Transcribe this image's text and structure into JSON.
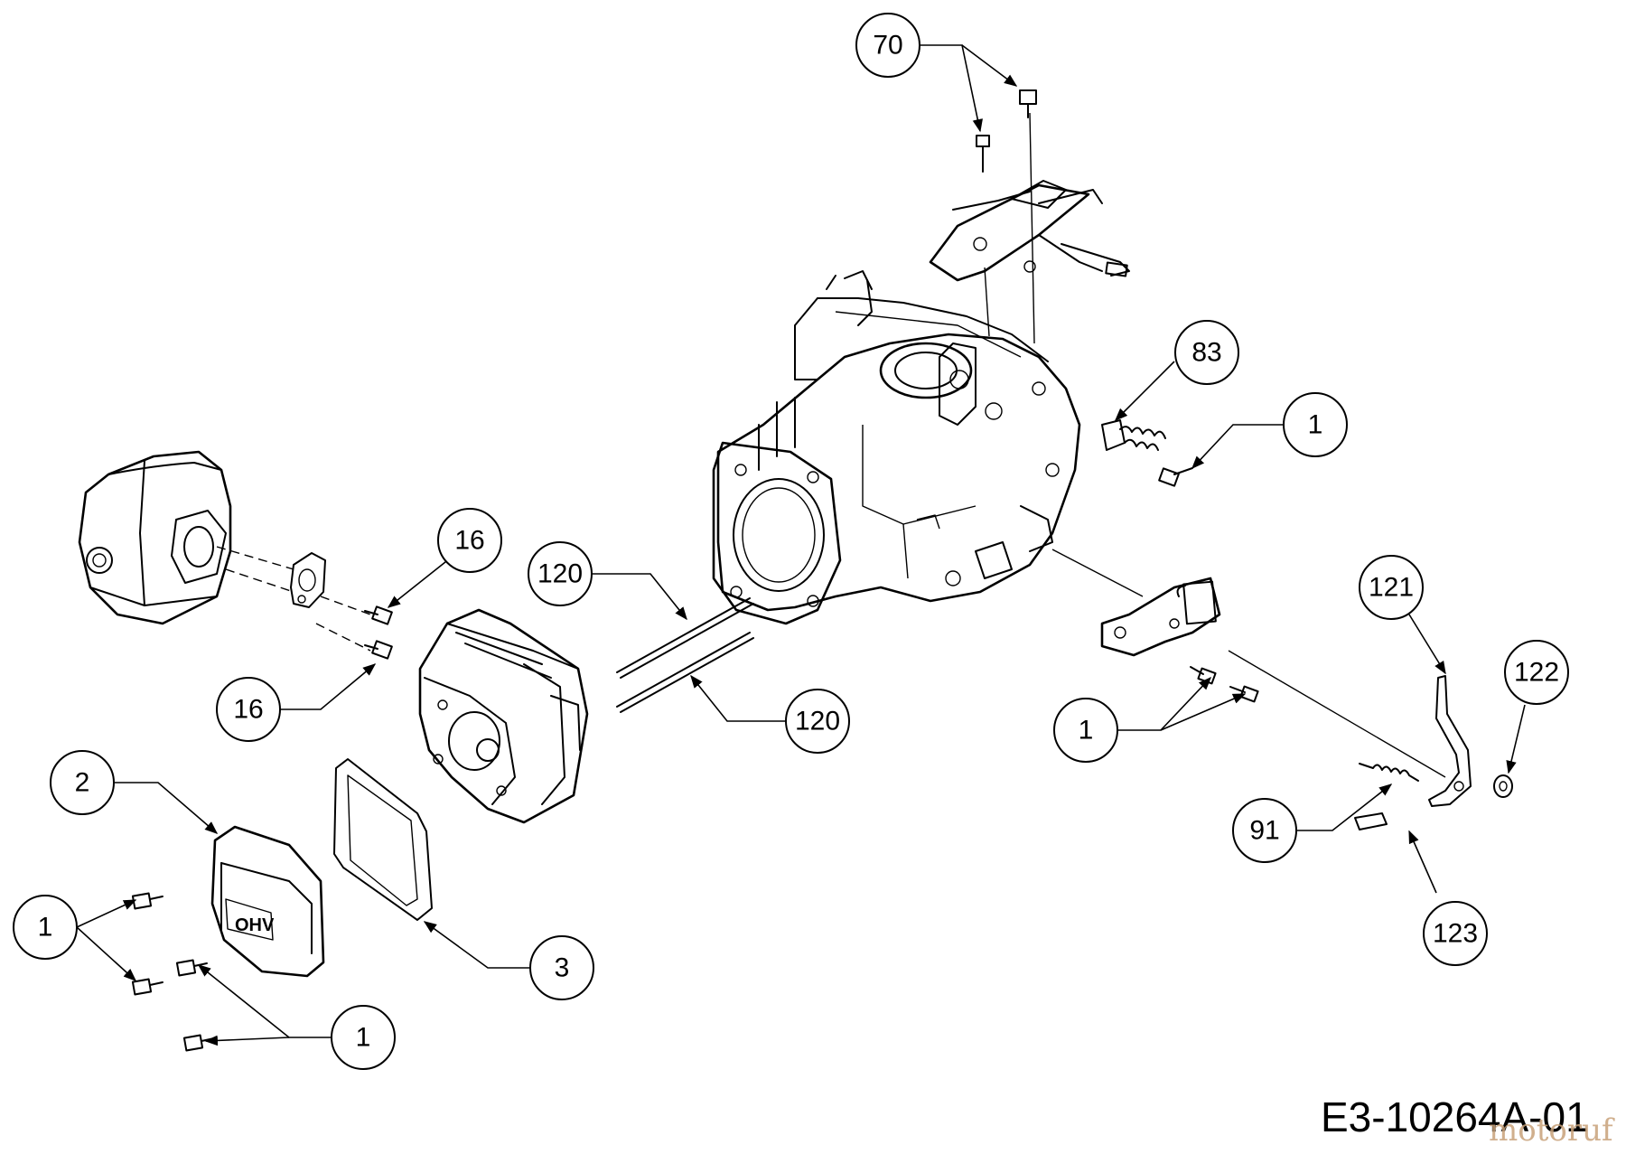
{
  "diagram": {
    "drawing_code": "E3-10264A-01",
    "watermark": "motoruf",
    "callouts": [
      {
        "id": "c70",
        "label": "70"
      },
      {
        "id": "c83",
        "label": "83"
      },
      {
        "id": "c1a",
        "label": "1"
      },
      {
        "id": "c16a",
        "label": "16"
      },
      {
        "id": "c16b",
        "label": "16"
      },
      {
        "id": "c120a",
        "label": "120"
      },
      {
        "id": "c120b",
        "label": "120"
      },
      {
        "id": "c121",
        "label": "121"
      },
      {
        "id": "c122",
        "label": "122"
      },
      {
        "id": "c1b",
        "label": "1"
      },
      {
        "id": "c2",
        "label": "2"
      },
      {
        "id": "c91",
        "label": "91"
      },
      {
        "id": "c1c",
        "label": "1"
      },
      {
        "id": "c3",
        "label": "3"
      },
      {
        "id": "c1d",
        "label": "1"
      },
      {
        "id": "c123",
        "label": "123"
      }
    ]
  }
}
